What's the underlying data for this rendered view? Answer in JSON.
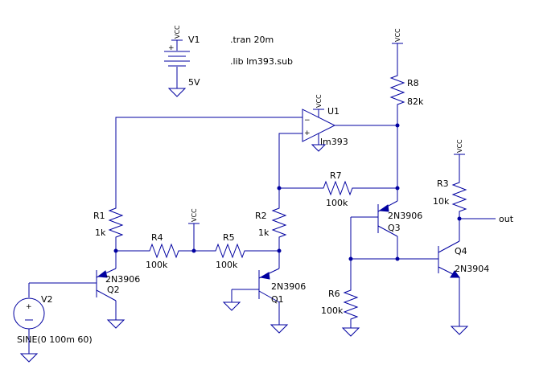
{
  "directives": {
    "tran": ".tran 20m",
    "lib": ".lib lm393.sub"
  },
  "net_labels": {
    "vcc": "VCC",
    "out": "out"
  },
  "sources": {
    "v1": {
      "name": "V1",
      "value": "5V"
    },
    "v2": {
      "name": "V2",
      "value": "SINE(0 100m 60)"
    }
  },
  "opamp": {
    "name": "U1",
    "model": "lm393",
    "minus": "−",
    "plus": "+"
  },
  "resistors": {
    "r1": {
      "name": "R1",
      "value": "1k"
    },
    "r2": {
      "name": "R2",
      "value": "1k"
    },
    "r3": {
      "name": "R3",
      "value": "10k"
    },
    "r4": {
      "name": "R4",
      "value": "100k"
    },
    "r5": {
      "name": "R5",
      "value": "100k"
    },
    "r6": {
      "name": "R6",
      "value": "100k"
    },
    "r7": {
      "name": "R7",
      "value": "100k"
    },
    "r8": {
      "name": "R8",
      "value": "82k"
    }
  },
  "transistors": {
    "q1": {
      "name": "Q1",
      "model": "2N3906"
    },
    "q2": {
      "name": "Q2",
      "model": "2N3906"
    },
    "q3": {
      "name": "Q3",
      "model": "2N3906"
    },
    "q4": {
      "name": "Q4",
      "model": "2N3904"
    }
  }
}
